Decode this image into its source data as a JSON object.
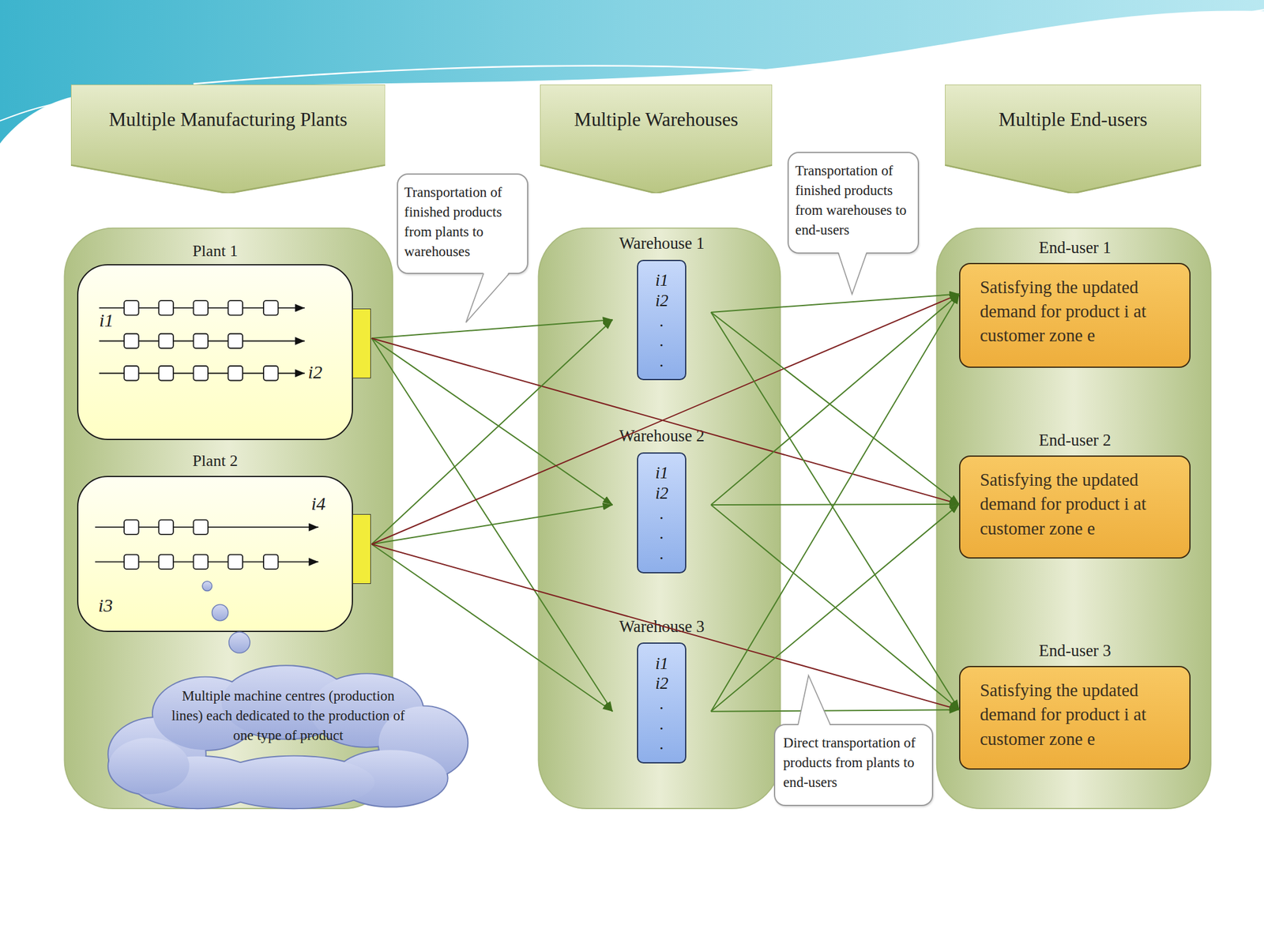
{
  "diagram": {
    "nodes": [
      {
        "text": [
          "Multiple Manufacturing Plants"
        ]
      },
      {
        "text": [
          "Multiple Warehouses"
        ]
      },
      {
        "text": [
          "Multiple End-users"
        ]
      },
      {
        "text": [
          "Transportation of finished products from plants to warehouses"
        ]
      },
      {
        "text": [
          "Transportation of finished products from warehouses to end-users"
        ]
      },
      {
        "text": [
          "Plant 1",
          "i1",
          "i2"
        ]
      },
      {
        "text": [
          "Warehouse 1",
          "i1 i2 . . ."
        ]
      },
      {
        "text": [
          "End-user 1",
          "Satisfying the updated demand for product i at customer zone e"
        ]
      },
      {
        "text": [
          "Warehouse 2",
          "i1 i2 . . ."
        ]
      },
      {
        "text": [
          "End-user 2",
          "Satisfying the updated demand for product i at customer zone e"
        ]
      },
      {
        "text": [
          "Plant 2",
          "i4",
          "i3"
        ]
      },
      {
        "text": [
          "Warehouse 3",
          "i1 i2 . . ."
        ]
      },
      {
        "text": [
          "End-user 3",
          "Satisfying the updated demand for product i at customer zone e"
        ]
      },
      {
        "text": [
          "Multiple machine centres (production lines) each dedicated to the production of one type of product"
        ]
      },
      {
        "text": [
          "Direct transportation of products from plants to end-users"
        ]
      }
    ],
    "edges": [
      {
        "from": 5,
        "to": 6,
        "arrow": "to"
      },
      {
        "from": 5,
        "to": 8,
        "arrow": "to"
      },
      {
        "from": 5,
        "to": 11,
        "arrow": "to"
      },
      {
        "from": 5,
        "to": 9,
        "arrow": "to"
      },
      {
        "from": 10,
        "to": 6,
        "arrow": "to"
      },
      {
        "from": 10,
        "to": 8,
        "arrow": "to"
      },
      {
        "from": 10,
        "to": 11,
        "arrow": "to"
      },
      {
        "from": 10,
        "to": 7,
        "arrow": "to"
      },
      {
        "from": 10,
        "to": 12,
        "arrow": "to"
      },
      {
        "from": 6,
        "to": 7,
        "arrow": "to"
      },
      {
        "from": 6,
        "to": 9,
        "arrow": "to"
      },
      {
        "from": 6,
        "to": 12,
        "arrow": "to"
      },
      {
        "from": 8,
        "to": 7,
        "arrow": "to"
      },
      {
        "from": 8,
        "to": 9,
        "arrow": "to"
      },
      {
        "from": 8,
        "to": 12,
        "arrow": "to"
      },
      {
        "from": 11,
        "to": 7,
        "arrow": "to"
      },
      {
        "from": 11,
        "to": 9,
        "arrow": "to"
      },
      {
        "from": 11,
        "to": 12,
        "arrow": "to"
      }
    ]
  }
}
